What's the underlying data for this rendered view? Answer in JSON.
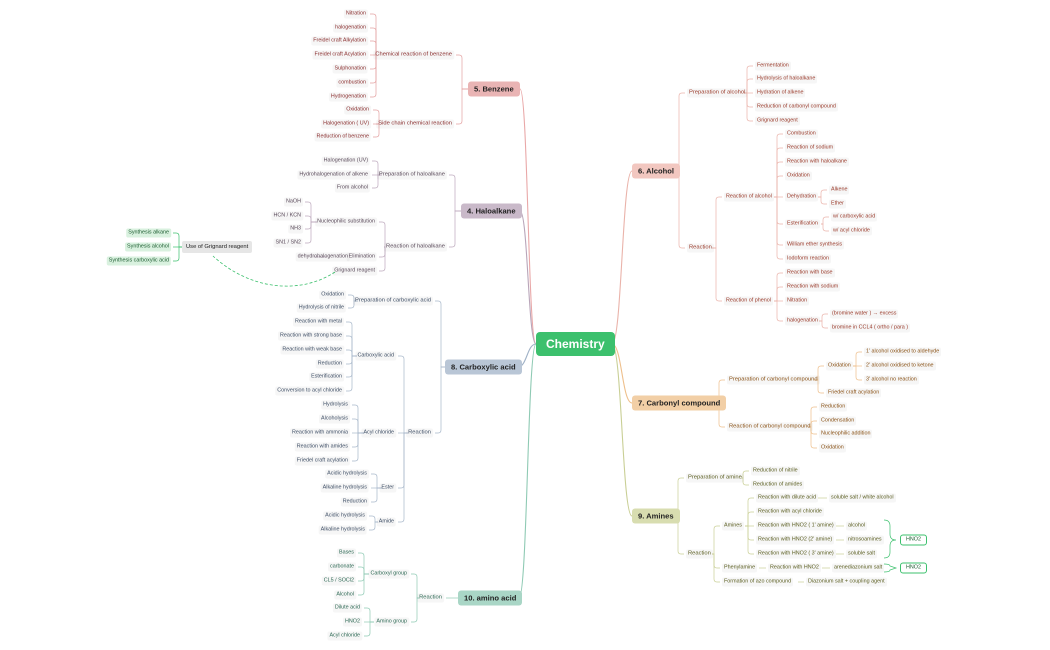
{
  "root": "Chemistry",
  "colors": {
    "benzene": "#e9b4b4",
    "haloalkane": "#c9b9c9",
    "carboxylic": "#b9c6d6",
    "amino": "#a9d6c6",
    "alcohol": "#f2c7c0",
    "carbonyl": "#f2cfa6",
    "amines": "#d8ddb0",
    "root": "#3cc06d"
  },
  "branches": {
    "benzene": {
      "label": "5. Benzene",
      "chemical_reaction": "Chemical reaction of benzene",
      "chemical_items": [
        "Nitration",
        "halogenation",
        "Freidel craft Alkylation",
        "Freidel craft Acylation",
        "Sulphonation",
        "combustion",
        "Hydrogenation"
      ],
      "side_chain": "Side chain chemical reaction",
      "side_items": [
        "Oxidation",
        "Halogenation ( UV)",
        "Reduction of benzene"
      ]
    },
    "haloalkane": {
      "label": "4. Haloalkane",
      "preparation": "Preparation of haloalkane",
      "prep_items": [
        "Halogenation (UV)",
        "Hydrohalogenation of alkene",
        "From alcohol"
      ],
      "reaction": "Reaction of haloalkane",
      "nucleophilic": "Nucleophilic substitution",
      "nuc_items": [
        "NaOH",
        "HCN / KCN",
        "NH3",
        "SN1 / SN2"
      ],
      "elimination": "Elimination",
      "elim_item": "dehydrohalogenation",
      "grignard": "Grignard reagent",
      "grignard_use": "Use of Grignard reagent",
      "grignard_items": [
        "Synthesis alkane",
        "Synthesis alcohol",
        "Synthesis carboxylic acid"
      ]
    },
    "carboxylic": {
      "label": "8. Carboxylic acid",
      "preparation": "Preparation of carboxylic acid",
      "prep_items": [
        "Oxidation",
        "Hydrolysis of nitrile"
      ],
      "reaction": "Reaction",
      "carboxylic": "Carboxylic acid",
      "acid_items": [
        "Reaction with metal",
        "Reaction with strong base",
        "Reaction with weak base",
        "Reduction",
        "Esterification",
        "Conversion to acyl chloride"
      ],
      "acyl": "Acyl chloride",
      "acyl_items": [
        "Hydrolysis",
        "Alcoholysis",
        "Reaction with ammonia",
        "Reaction with amides",
        "Friedel  craft acylation"
      ],
      "ester": "Ester",
      "ester_items": [
        "Acidic hydrolysis",
        "Alkaline hydrolysis",
        "Reduction"
      ],
      "amide": "Amide",
      "amide_items": [
        "Acidic hydrolysis",
        "Alkaline hydrolysis"
      ]
    },
    "amino": {
      "label": "10. amino acid",
      "reaction": "Reaction",
      "carboxyl": "Carboxyl group",
      "carboxyl_items": [
        "Bases",
        "carbonate",
        "CL5 / SOCl2",
        "Alcohol"
      ],
      "amino_group": "Amino group",
      "amino_items": [
        "Dilute acid",
        "HNO2",
        "Acyl chloride"
      ]
    },
    "alcohol": {
      "label": "6. Alcohol",
      "preparation": "Preparation of alcohol",
      "prep_items": [
        "Fermentation",
        "Hydrolysis of haloalkane",
        "Hydration of alkene",
        "Reduction of carbonyl compound",
        "Grignard reagent"
      ],
      "reaction": "Reaction",
      "reaction_alcohol": "Reaction of alcohol",
      "ra_items": [
        "Combustion",
        "Reaction of sodium",
        "Reaction with haloalkane",
        "Oxidation"
      ],
      "dehydration": "Dehydration",
      "dehydration_items": [
        "Alkene",
        "Ether"
      ],
      "esterification": "Esterification",
      "ester_items": [
        "w/ carboxylic acid",
        "w/ acyl chloride"
      ],
      "ra_more": [
        "William ether synthesis",
        "Iodoform reaction"
      ],
      "reaction_phenol": "Reaction of phenol",
      "phenol_items": [
        "Reaction with base",
        "Reaction with sodium",
        "Nitration"
      ],
      "halogenation": "halogenation",
      "halogenation_items": [
        "(bromine water ) → excess",
        "bromine in CCL4 ( ortho / para )"
      ]
    },
    "carbonyl": {
      "label": "7. Carbonyl compound",
      "preparation": "Preparation of carbonyl compound",
      "oxidation": "Oxidation",
      "oxidation_items": [
        "1' alcohol oxidised to aldehyde",
        "2' alcohol oxidised to ketone",
        "3' alcohol no reaction"
      ],
      "friedel": "Friedel craft acylation",
      "reaction": "Reaction of carbonyl compound",
      "reaction_items": [
        "Reduction",
        "Condensation",
        "Nucleophilic addition",
        "Oxidation"
      ]
    },
    "amines": {
      "label": "9. Amines",
      "preparation": "Preparation of amine",
      "prep_items": [
        "Reduction of nitrile",
        "Reduction of amides"
      ],
      "reaction": "Reaction",
      "amines": "Amines",
      "amine_rows": [
        {
          "label": "Reaction with dilute acid",
          "result": "soluble salt / white alcohol"
        },
        {
          "label": "Reaction with acyl chloride",
          "result": ""
        },
        {
          "label": "Reaction with HNO2 ( 1' amine)",
          "result": "alcohol"
        },
        {
          "label": "Reaction with HNO2 (2' amine)",
          "result": "nitrosoamines"
        },
        {
          "label": "Reaction with HNO2 ( 3' amine)",
          "result": "soluble salt"
        }
      ],
      "hno2_a": "HNO2",
      "phenylamine": "Phenylamine",
      "phenyl_reaction": "Reaction with HNO2",
      "phenyl_result": "arenediazonium salt",
      "hno2_b": "HNO2",
      "azo": "Formation of azo compound",
      "azo_result": "Diazonium salt + coupling agent"
    }
  }
}
